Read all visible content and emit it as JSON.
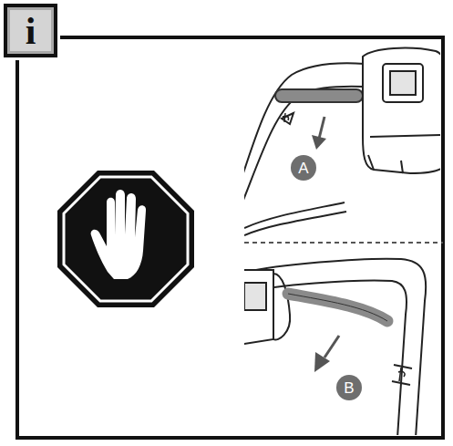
{
  "diagram": {
    "labels": [
      "i",
      "A",
      "B"
    ]
  }
}
